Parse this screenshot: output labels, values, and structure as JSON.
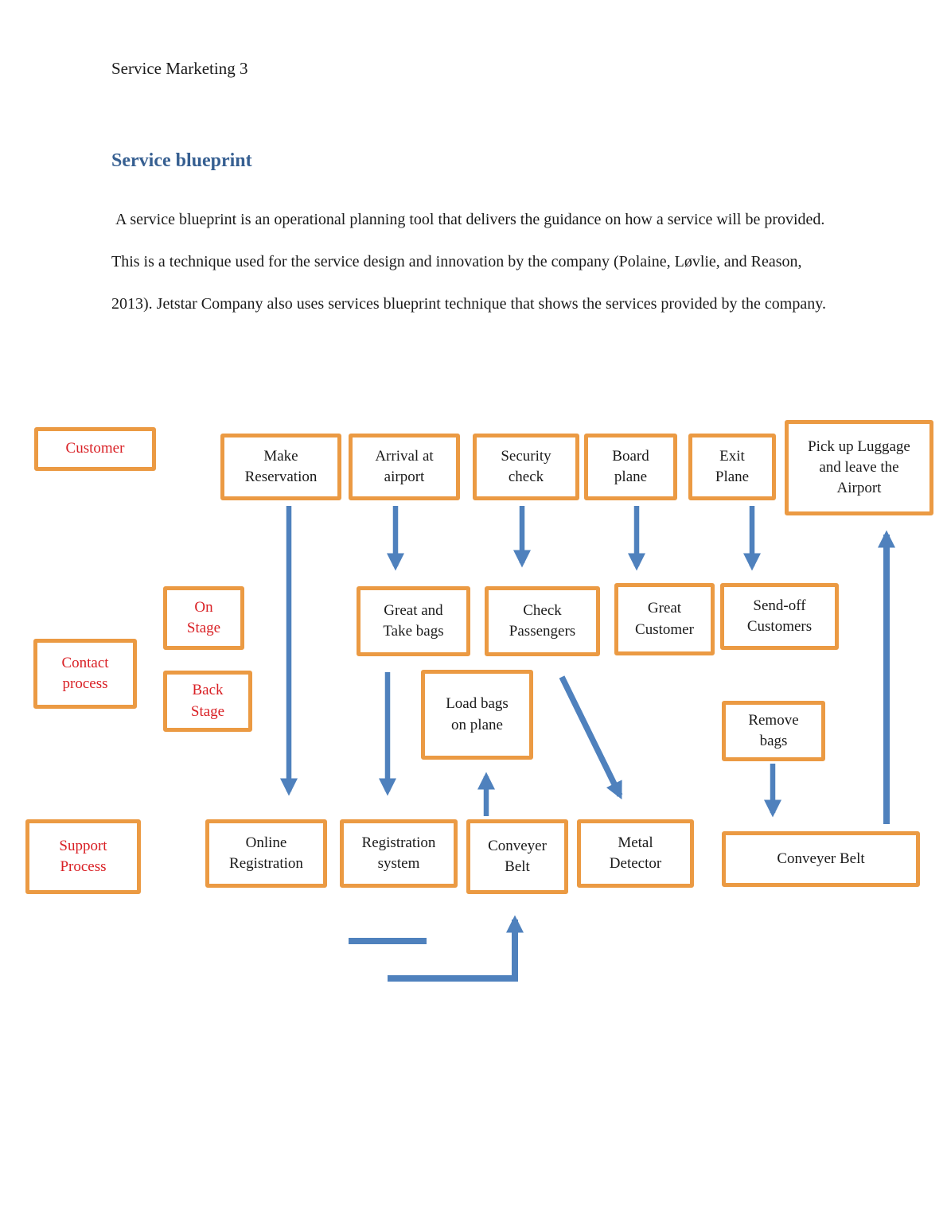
{
  "page": {
    "header": "Service Marketing 3",
    "heading": "Service blueprint",
    "paragraph": " A service blueprint is an operational planning tool that delivers the guidance on how a service will be provided. This is a technique used for the service design and innovation by the company (Polaine, Løvlie, and Reason, 2013). Jetstar Company also uses services blueprint technique that shows the services provided by the company."
  },
  "colors": {
    "box_border_orange": "#eb9a43",
    "arrow_blue": "#4f81bd",
    "row_label_red": "#d92025",
    "heading_blue": "#365f91"
  },
  "diagram": {
    "labels": {
      "customer": "Customer",
      "on_stage": "On\nStage",
      "contact_process": "Contact\nprocess",
      "back_stage": "Back\nStage",
      "support_process": "Support\nProcess"
    },
    "boxes": {
      "make_reservation": "Make\nReservation",
      "arrival_airport": "Arrival at\nairport",
      "security_check": "Security\ncheck",
      "board_plane": "Board\nplane",
      "exit_plane": "Exit\nPlane",
      "pickup_luggage": "Pick up Luggage\nand leave the\nAirport",
      "great_take_bags": "Great and\nTake bags",
      "check_passengers": "Check\nPassengers",
      "great_customer": "Great\nCustomer",
      "sendoff_customers": "Send-off\nCustomers",
      "load_bags": "Load bags\non plane",
      "remove_bags": "Remove\nbags",
      "online_registration": "Online\nRegistration",
      "registration_system": "Registration\nsystem",
      "conveyer_belt_small": "Conveyer\nBelt",
      "metal_detector": "Metal\nDetector",
      "conveyer_belt_wide": "Conveyer Belt"
    }
  }
}
